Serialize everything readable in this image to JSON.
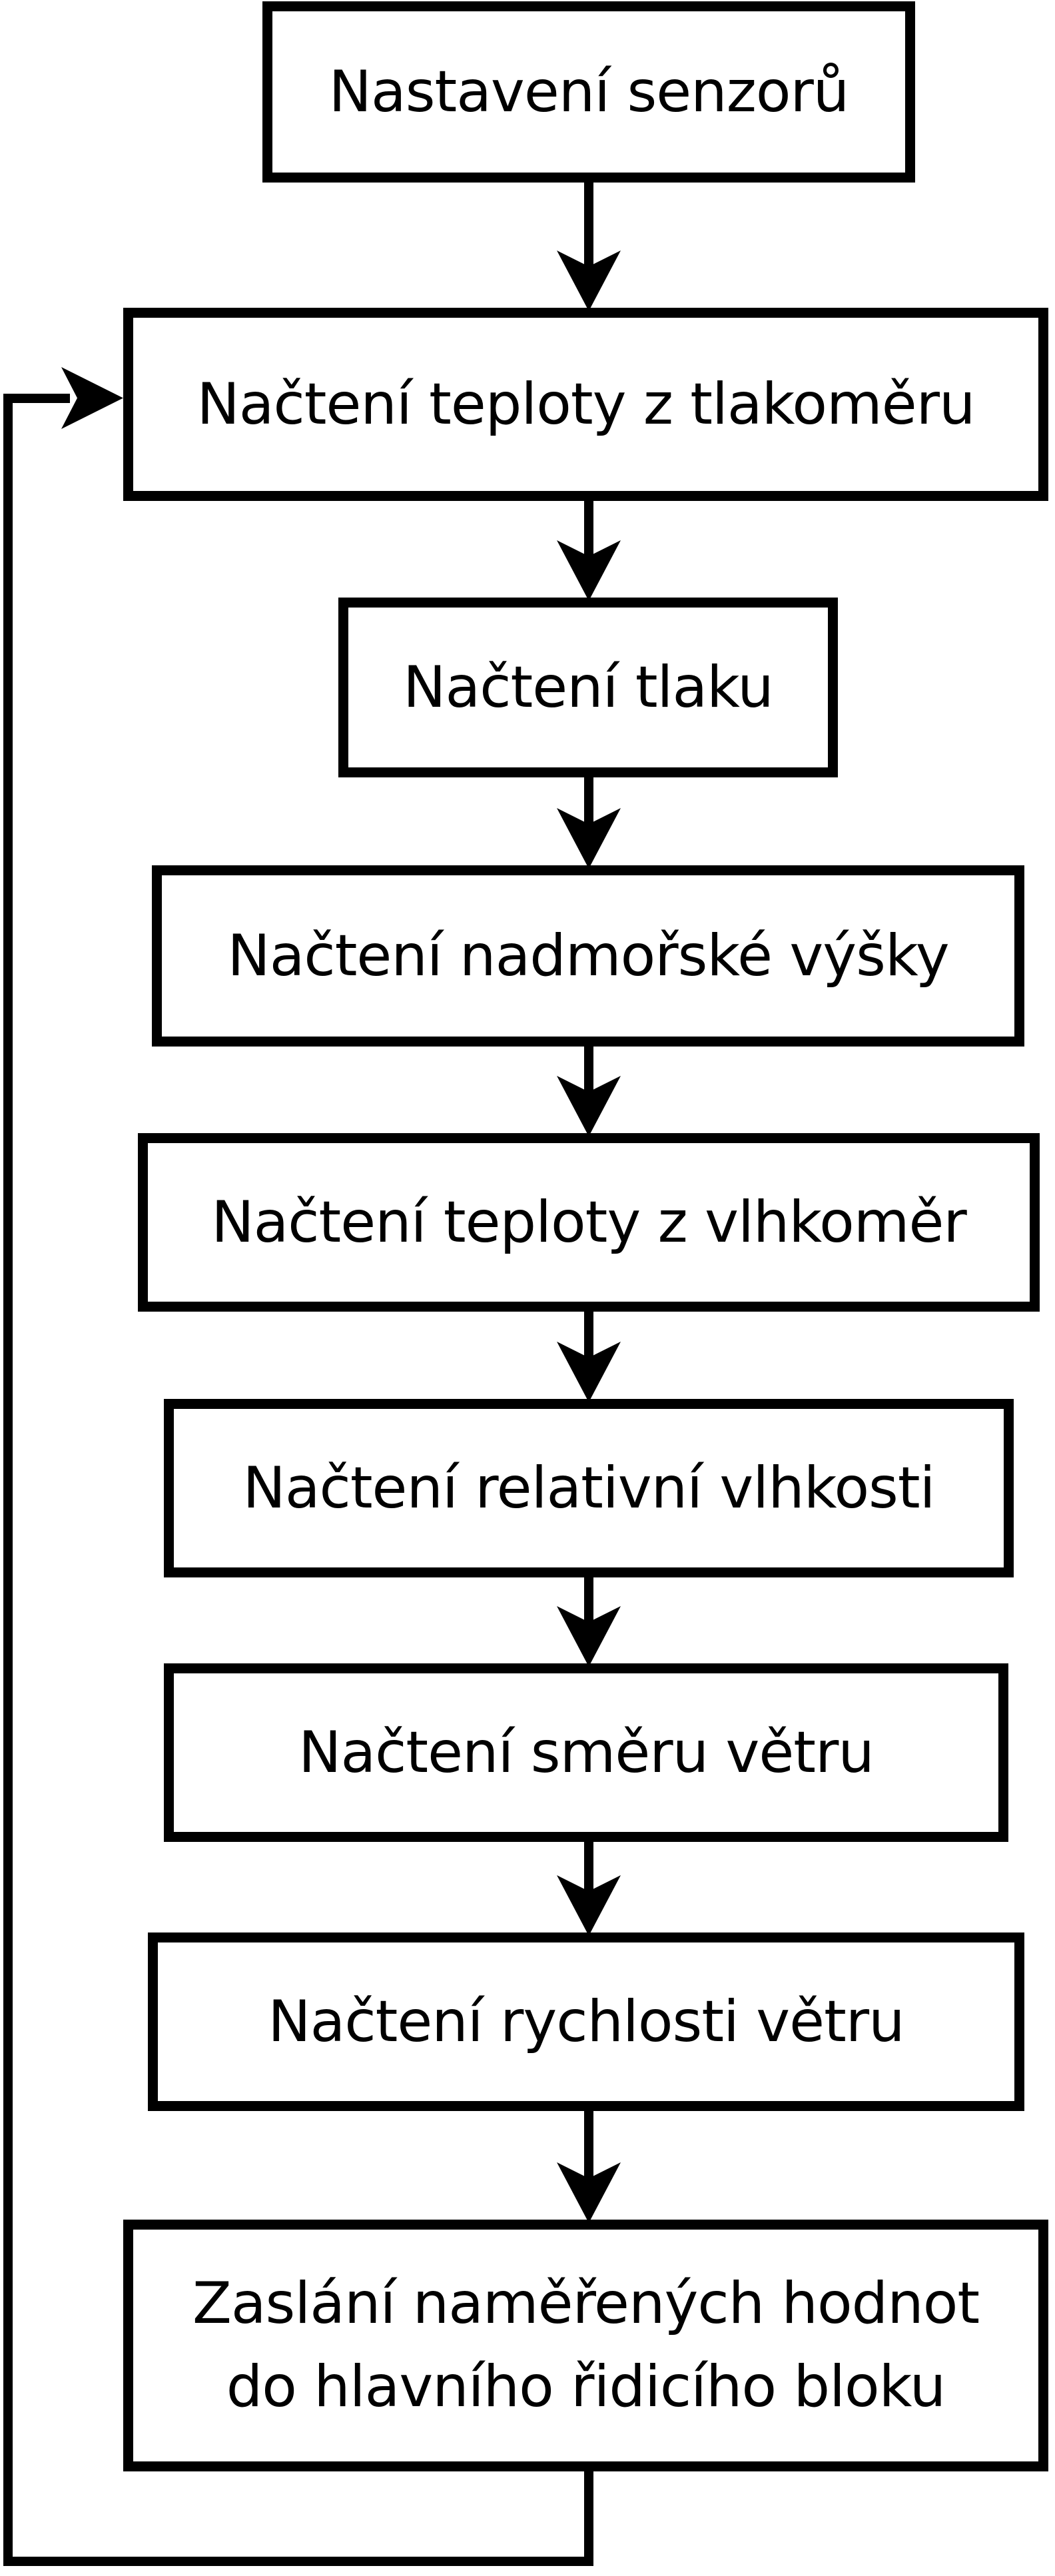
{
  "flowchart": {
    "boxes": [
      {
        "id": 1,
        "label": "Nastavení senzorů"
      },
      {
        "id": 2,
        "label": "Načtení teploty z tlakoměru"
      },
      {
        "id": 3,
        "label": "Načtení tlaku"
      },
      {
        "id": 4,
        "label": "Načtení nadmořské výšky"
      },
      {
        "id": 5,
        "label": "Načtení teploty z vlhkoměr"
      },
      {
        "id": 6,
        "label": "Načtení relativní vlhkosti"
      },
      {
        "id": 7,
        "label": "Načtení směru větru"
      },
      {
        "id": 8,
        "label": "Načtení rychlosti větru"
      },
      {
        "id": 9,
        "label": "Zaslání naměřených hodnot\ndo hlavního řidicího bloku"
      }
    ],
    "edges": [
      {
        "from": 1,
        "to": 2,
        "type": "arrow-down"
      },
      {
        "from": 2,
        "to": 3,
        "type": "arrow-down"
      },
      {
        "from": 3,
        "to": 4,
        "type": "arrow-down"
      },
      {
        "from": 4,
        "to": 5,
        "type": "arrow-down"
      },
      {
        "from": 5,
        "to": 6,
        "type": "arrow-down"
      },
      {
        "from": 6,
        "to": 7,
        "type": "arrow-down"
      },
      {
        "from": 7,
        "to": 8,
        "type": "arrow-down"
      },
      {
        "from": 8,
        "to": 9,
        "type": "arrow-down"
      },
      {
        "from": 9,
        "to": 2,
        "type": "loop-back-left"
      }
    ],
    "colors": {
      "line": "#000000",
      "box_border": "#000000",
      "box_fill": "#ffffff",
      "text": "#000000",
      "background": "#ffffff"
    }
  }
}
